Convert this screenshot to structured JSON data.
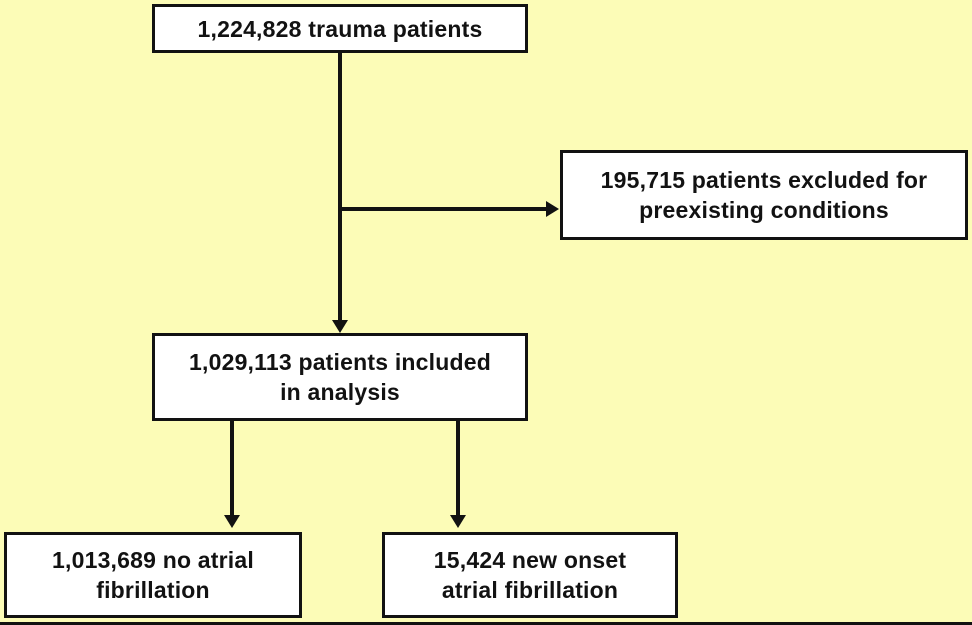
{
  "colors": {
    "background": "#FCFCB7",
    "box_fill": "#FFFFFF",
    "line": "#121212",
    "text": "#121212"
  },
  "nodes": {
    "total": {
      "line1": "1,224,828 trauma patients"
    },
    "excluded": {
      "line1": "195,715 patients excluded for",
      "line2": "preexisting conditions"
    },
    "included": {
      "line1": "1,029,113 patients included",
      "line2": "in analysis"
    },
    "no_af": {
      "line1": "1,013,689 no atrial",
      "line2": "fibrillation"
    },
    "new_af": {
      "line1": "15,424 new onset",
      "line2": "atrial fibrillation"
    }
  },
  "edges": [
    {
      "from": "total",
      "to": "included",
      "direction": "down"
    },
    {
      "from": "total",
      "to": "excluded",
      "direction": "right"
    },
    {
      "from": "included",
      "to": "no_af",
      "direction": "down"
    },
    {
      "from": "included",
      "to": "new_af",
      "direction": "down"
    }
  ]
}
